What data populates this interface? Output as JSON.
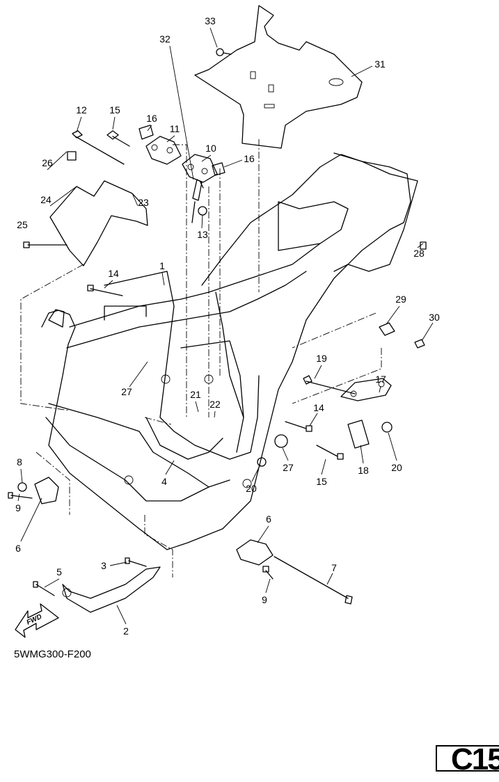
{
  "diagram": {
    "code": "5WMG300-F200",
    "section": "C15",
    "direction_marker": "FWD",
    "callouts": [
      "33",
      "32",
      "31",
      "12",
      "15",
      "16",
      "11",
      "10",
      "16",
      "26",
      "24",
      "23",
      "25",
      "13",
      "28",
      "1",
      "14",
      "29",
      "30",
      "19",
      "17",
      "27",
      "21",
      "22",
      "14",
      "8",
      "4",
      "20",
      "27",
      "15",
      "18",
      "20",
      "9",
      "6",
      "6",
      "7",
      "3",
      "5",
      "9",
      "2"
    ]
  }
}
